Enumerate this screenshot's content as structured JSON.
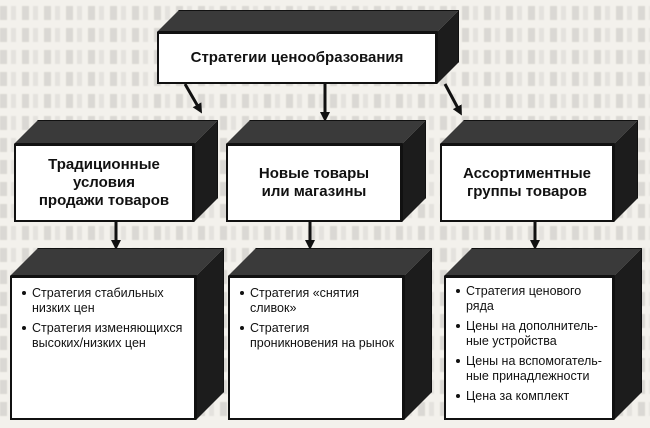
{
  "diagram": {
    "root": {
      "title": "Стратегии ценообразования"
    },
    "categories": [
      {
        "title_lines": [
          "Традиционные",
          "условия",
          "продажи товаров"
        ],
        "items": [
          "Стратегия стабильных низких цен",
          "Стратегия изменяющихся высоких/низких цен"
        ]
      },
      {
        "title_lines": [
          "Новые товары",
          "или магазины"
        ],
        "items": [
          "Стратегия «снятия сливок»",
          "Стратегия проникновения на рынок"
        ]
      },
      {
        "title_lines": [
          "Ассортиментные",
          "группы товаров"
        ],
        "items": [
          "Стратегия ценового ряда",
          "Цены на дополнитель-ные устройства",
          "Цены на вспомогатель-ные принадлежности",
          "Цена за комплект"
        ]
      }
    ]
  }
}
